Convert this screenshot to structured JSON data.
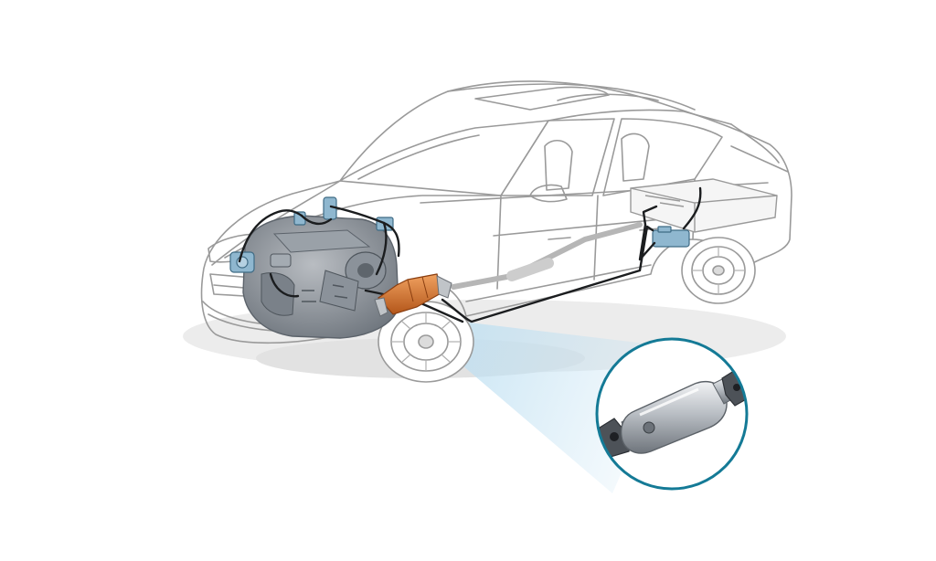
{
  "diagram": {
    "kind": "cutaway illustration",
    "subject": "sedan",
    "highlighted_part": "catalytic-converter",
    "callout_part": "catalytic-converter",
    "colors": {
      "background": "#ffffff",
      "car_outline": "#9a9a9a",
      "shadow": "#e6e6e6",
      "engine": "#7d848d",
      "components_blue": "#8fb7cf",
      "highlight": "#d5742b",
      "wiring": "#1b1d1f",
      "callout_ring": "#147a96",
      "callout_beam": "#bfe0f2",
      "part_metal": "#c8ccd1"
    }
  }
}
